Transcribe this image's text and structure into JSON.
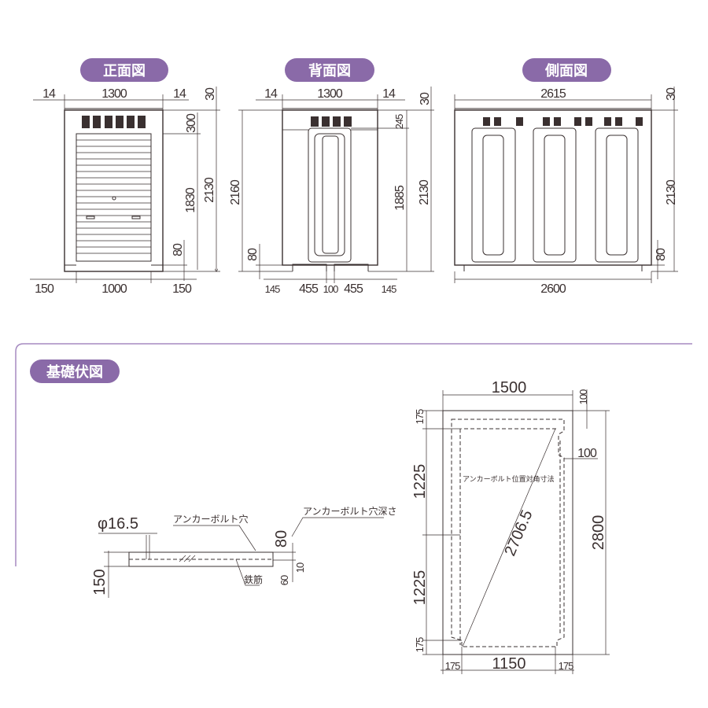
{
  "views": {
    "front": {
      "title": "正面図",
      "dims": {
        "left_top": "14",
        "width": "1300",
        "right_top": "14",
        "top_gap": "30",
        "upper": "300",
        "door_h": "1830",
        "height": "2130",
        "base": "80",
        "left_bottom": "150",
        "door_w": "1000",
        "right_bottom": "150"
      }
    },
    "back": {
      "title": "背面図",
      "dims": {
        "left_top": "14",
        "width": "1300",
        "right_top": "14",
        "top_gap": "30",
        "total": "2160",
        "base": "80",
        "upper": "245",
        "panel_h": "1885",
        "height": "2130",
        "b1": "145",
        "b2": "455",
        "b3": "100",
        "b4": "455",
        "b5": "145"
      }
    },
    "side": {
      "title": "側面図",
      "dims": {
        "top_w": "2615",
        "top_gap": "30",
        "height": "2130",
        "base": "80",
        "bottom_w": "2600"
      }
    }
  },
  "foundation": {
    "title": "基礎伏図",
    "section": {
      "diameter": "φ16.5",
      "anchor_hole": "アンカーボルト穴",
      "anchor_depth": "アンカーボルト穴深さ",
      "rebar": "鉄筋",
      "thickness": "150",
      "depth": "80",
      "d60": "60",
      "d10": "10"
    },
    "plan": {
      "width": "1500",
      "top_offset": "100",
      "side_offset": "100",
      "top_175": "175",
      "upper_1225": "1225",
      "lower_1225": "1225",
      "bottom_175": "175",
      "length": "2800",
      "diagonal": "2706.5",
      "diagonal_label": "アンカーボルト位置対角寸法",
      "inner_width": "1150",
      "left_175": "175",
      "right_175": "175"
    }
  }
}
